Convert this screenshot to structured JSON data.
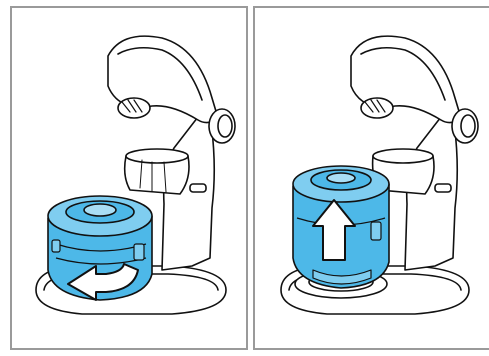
{
  "figure": {
    "panels": [
      {
        "id": "step-1",
        "action": "rotate",
        "arrow": "curved-left-arrow",
        "part_color": "#4db8e8",
        "outline_color": "#111111"
      },
      {
        "id": "step-2",
        "action": "lift",
        "arrow": "up-arrow",
        "part_color": "#4db8e8",
        "outline_color": "#111111"
      }
    ]
  }
}
